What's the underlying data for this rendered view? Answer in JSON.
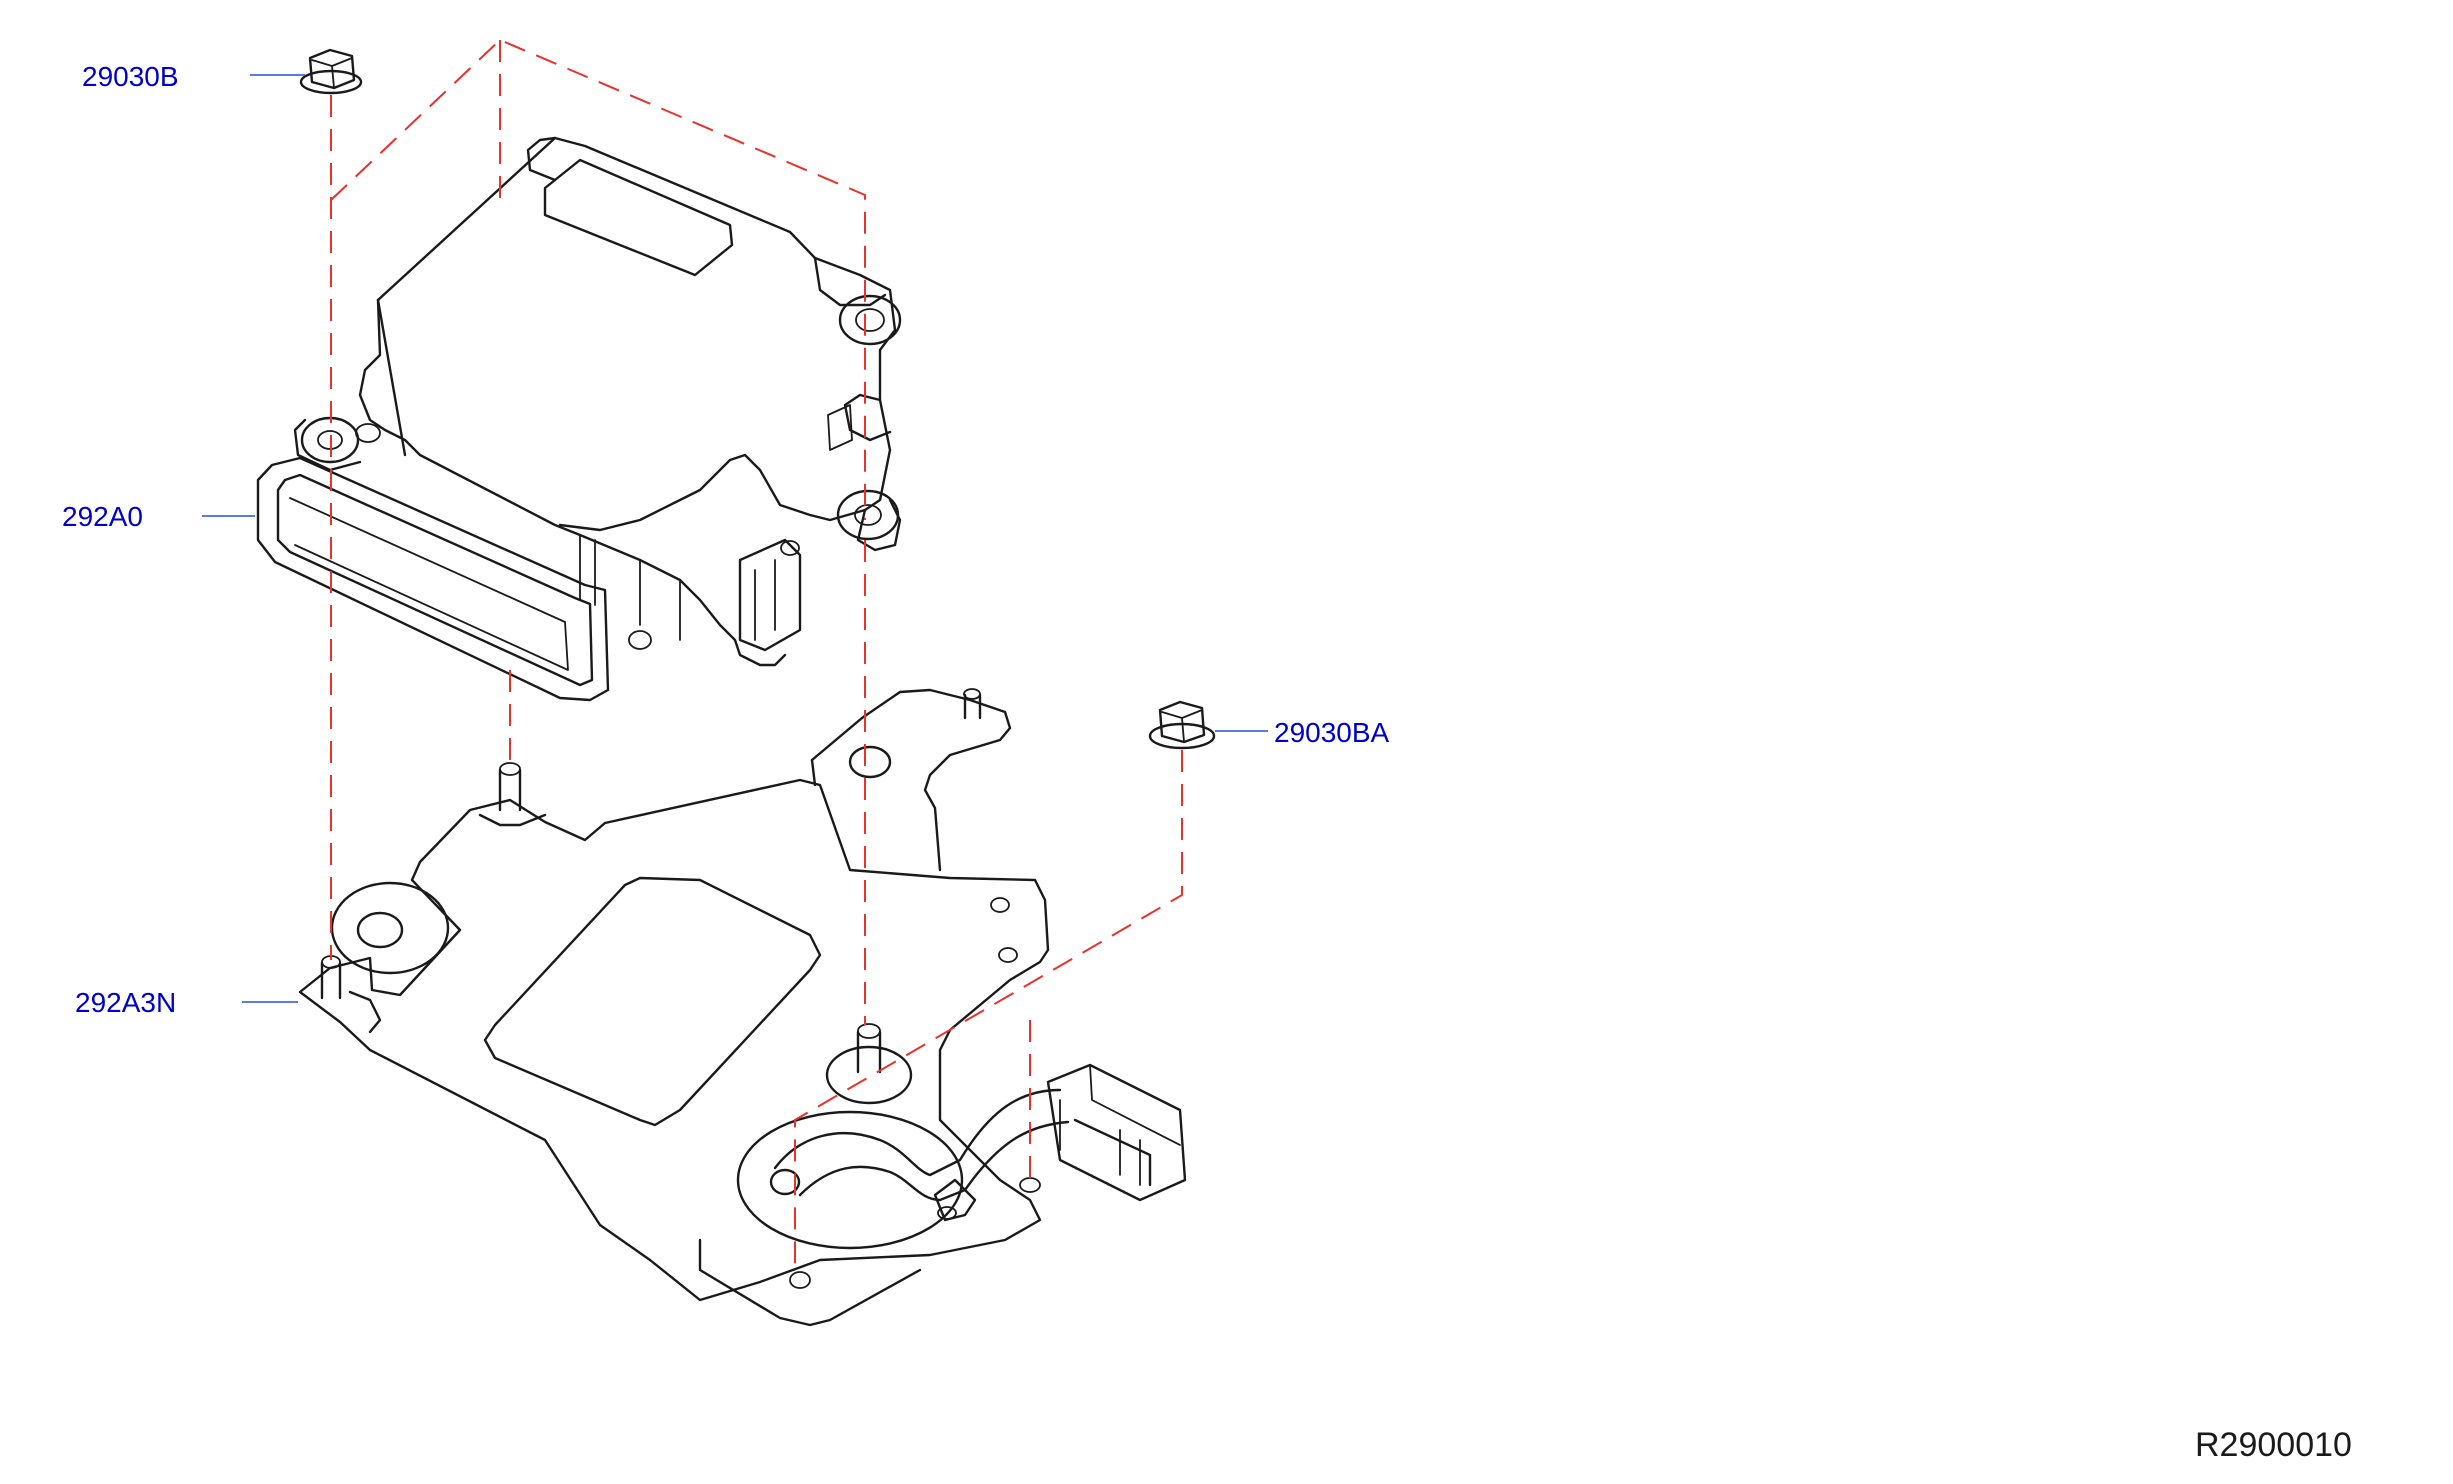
{
  "callouts": {
    "nut_top": "29030B",
    "module": "292A0",
    "bracket": "292A3N",
    "nut_right": "29030BA"
  },
  "reference_code": "R2900010",
  "colors": {
    "callout_text": "#0000cc",
    "leader_line": "#2a4dd8",
    "assembly_dash": "#e8322c",
    "ink": "#1a1a1a"
  }
}
